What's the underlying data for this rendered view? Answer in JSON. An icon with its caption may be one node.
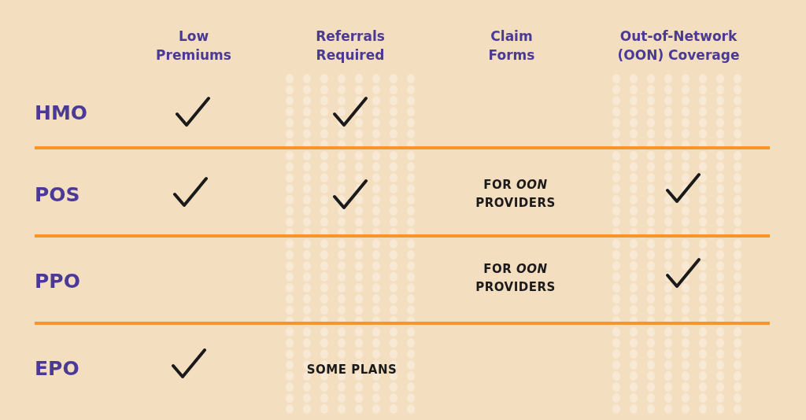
{
  "diagram": {
    "labels": [
      "Low Premiums",
      "Referrals Required",
      "Claim Forms",
      "Out-of-Network (OON) Coverage",
      "HMO",
      "POS",
      "FOR *OON* PROVIDERS",
      "PPO",
      "FOR *OON* PROVIDERS",
      "EPO",
      "SOME PLANS"
    ]
  }
}
